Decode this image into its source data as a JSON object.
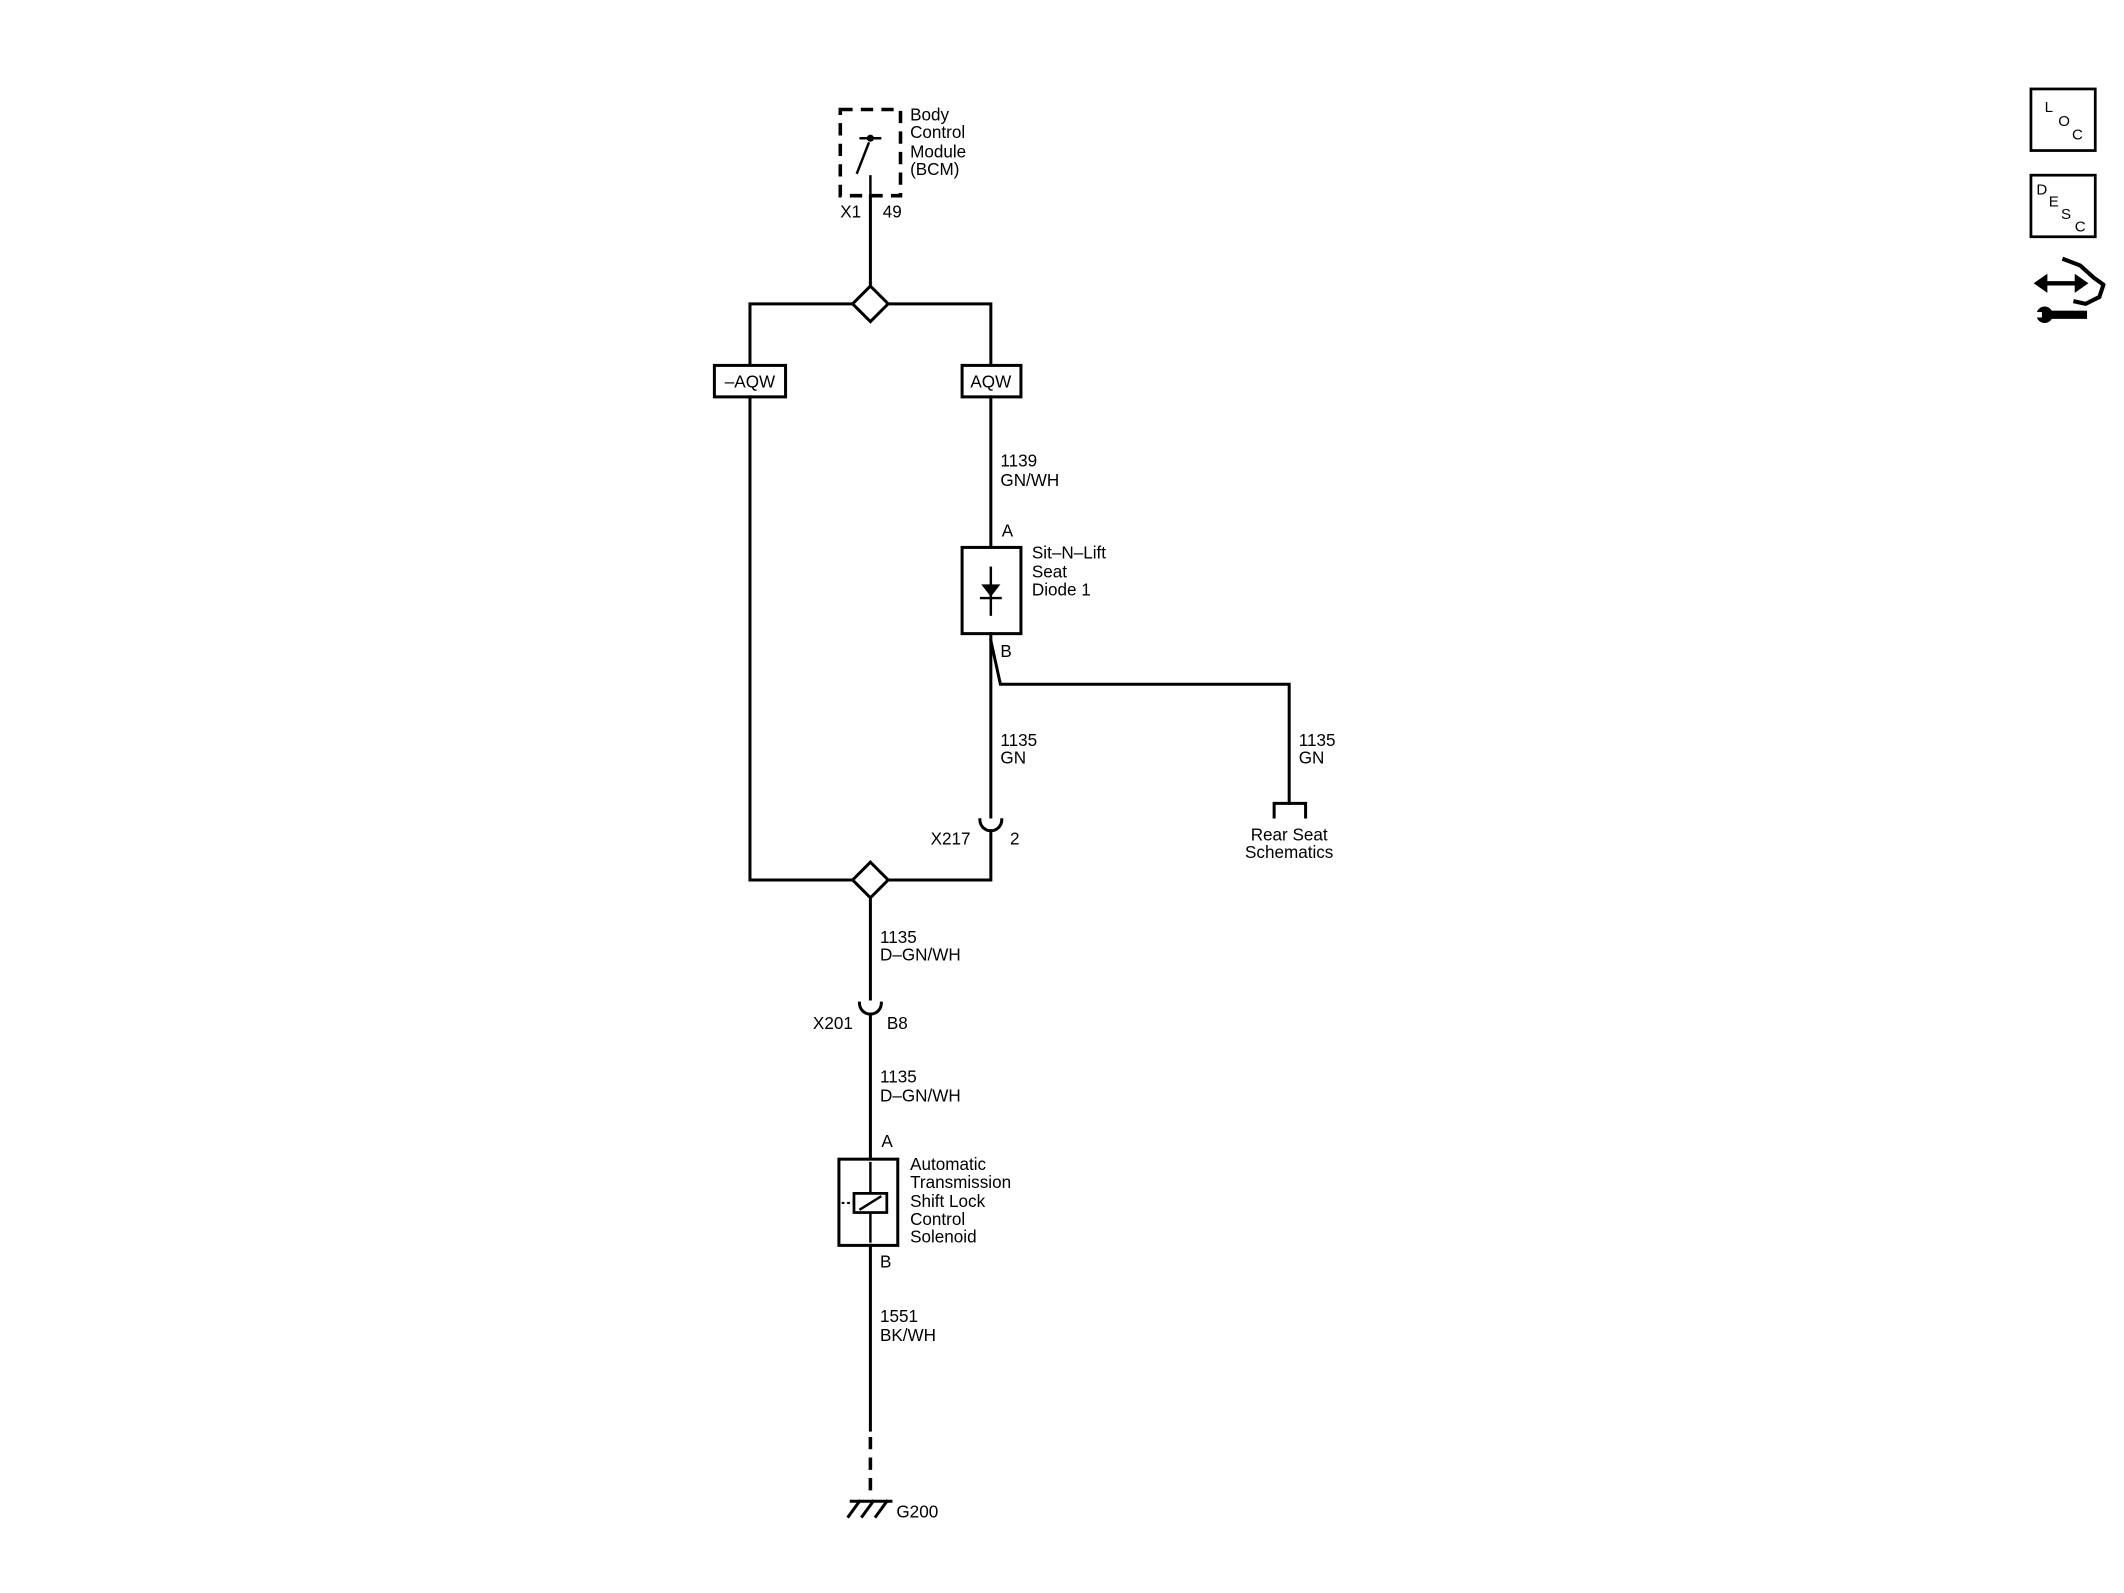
{
  "bcm": {
    "lines": [
      "Body",
      "Control",
      "Module",
      "(BCM)"
    ],
    "connector": "X1",
    "pin": "49"
  },
  "option_boxes": {
    "left": "–AQW",
    "right": "AQW"
  },
  "wire_1139": {
    "circuit": "1139",
    "color": "GN/WH"
  },
  "diode": {
    "pin_a": "A",
    "pin_b": "B",
    "lines": [
      "Sit–N–Lift",
      "Seat",
      "Diode 1"
    ]
  },
  "wire_1135_diode_out": {
    "circuit": "1135",
    "color": "GN"
  },
  "wire_1135_rear": {
    "circuit": "1135",
    "color": "GN"
  },
  "x217": {
    "connector": "X217",
    "pin": "2"
  },
  "rear_seat_link": {
    "lines": [
      "Rear Seat",
      "Schematics"
    ]
  },
  "wire_1135_splice_out": {
    "circuit": "1135",
    "color": "D–GN/WH"
  },
  "x201": {
    "connector": "X201",
    "pin": "B8"
  },
  "wire_1135_solenoid_in": {
    "circuit": "1135",
    "color": "D–GN/WH"
  },
  "solenoid": {
    "pin_a": "A",
    "pin_b": "B",
    "lines": [
      "Automatic",
      "Transmission",
      "Shift Lock",
      "Control",
      "Solenoid"
    ]
  },
  "wire_1551": {
    "circuit": "1551",
    "color": "BK/WH"
  },
  "ground": {
    "label": "G200"
  },
  "loc_button": {
    "icon": "loc-icon",
    "letters": [
      "L",
      "O",
      "C"
    ]
  },
  "desc_button": {
    "icon": "desc-icon",
    "letters": [
      "D",
      "E",
      "S",
      "C"
    ]
  },
  "harness_button": {
    "icon": "harness-wrench-icon"
  }
}
